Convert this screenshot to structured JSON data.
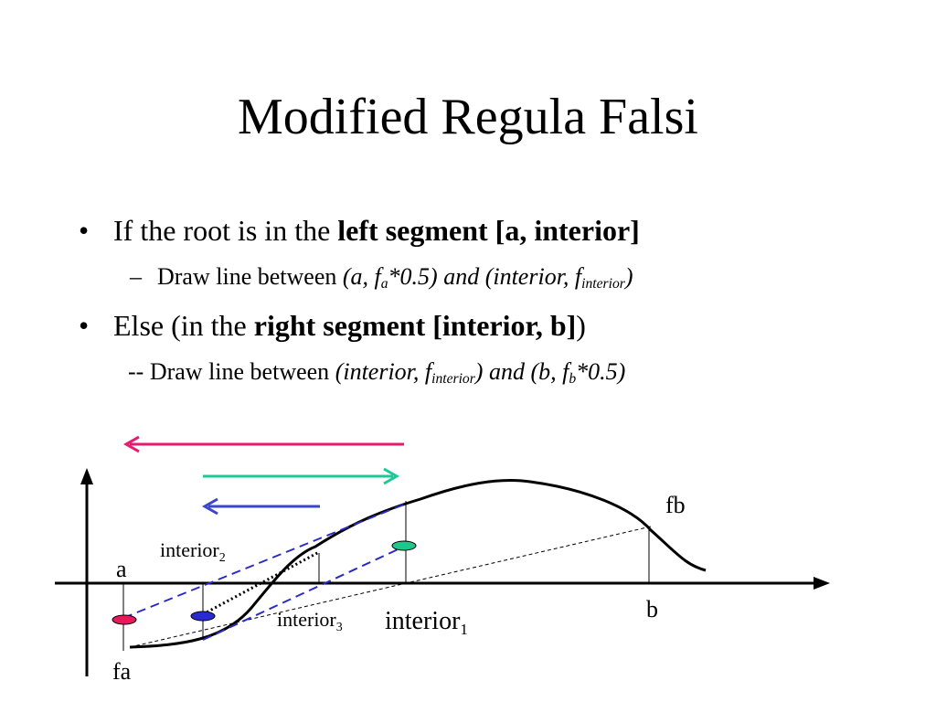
{
  "slide": {
    "title": "Modified Regula Falsi",
    "bullet1": {
      "marker": "•",
      "prefix": "If the root is in the ",
      "bold": "left segment [a, interior]"
    },
    "sub1": {
      "marker": "–",
      "prefix": "Draw line between ",
      "i1": "(a, f",
      "i1_sub": "a",
      "i2": "*0.5) and (interior, f",
      "i2_sub": "interior",
      "i3": ")"
    },
    "bullet2": {
      "marker": "•",
      "prefix": "Else (in the ",
      "bold": "right segment [interior, b]",
      "suffix": ")"
    },
    "sub2": {
      "prefix": "-- Draw line between ",
      "i1": "(interior, f",
      "i1_sub": "interior",
      "i2": ") and (b, f",
      "i2_sub": "b",
      "i3": "*0.5)"
    }
  },
  "diagram": {
    "labels": {
      "a": "a",
      "fa": "fa",
      "b": "b",
      "fb": "fb",
      "interior1": "interior",
      "interior1_sub": "1",
      "interior2": "interior",
      "interior2_sub": "2",
      "interior3": "interior",
      "interior3_sub": "3"
    },
    "colors": {
      "arrow_left_top": "#e8196e",
      "arrow_right": "#1ec896",
      "arrow_left_bottom": "#3c46c8",
      "secant_dashed": "#2a2ac8",
      "marker_fa": "#e8195a",
      "marker_interior2": "#2a2ad2",
      "marker_interior1": "#1ec88c"
    }
  }
}
